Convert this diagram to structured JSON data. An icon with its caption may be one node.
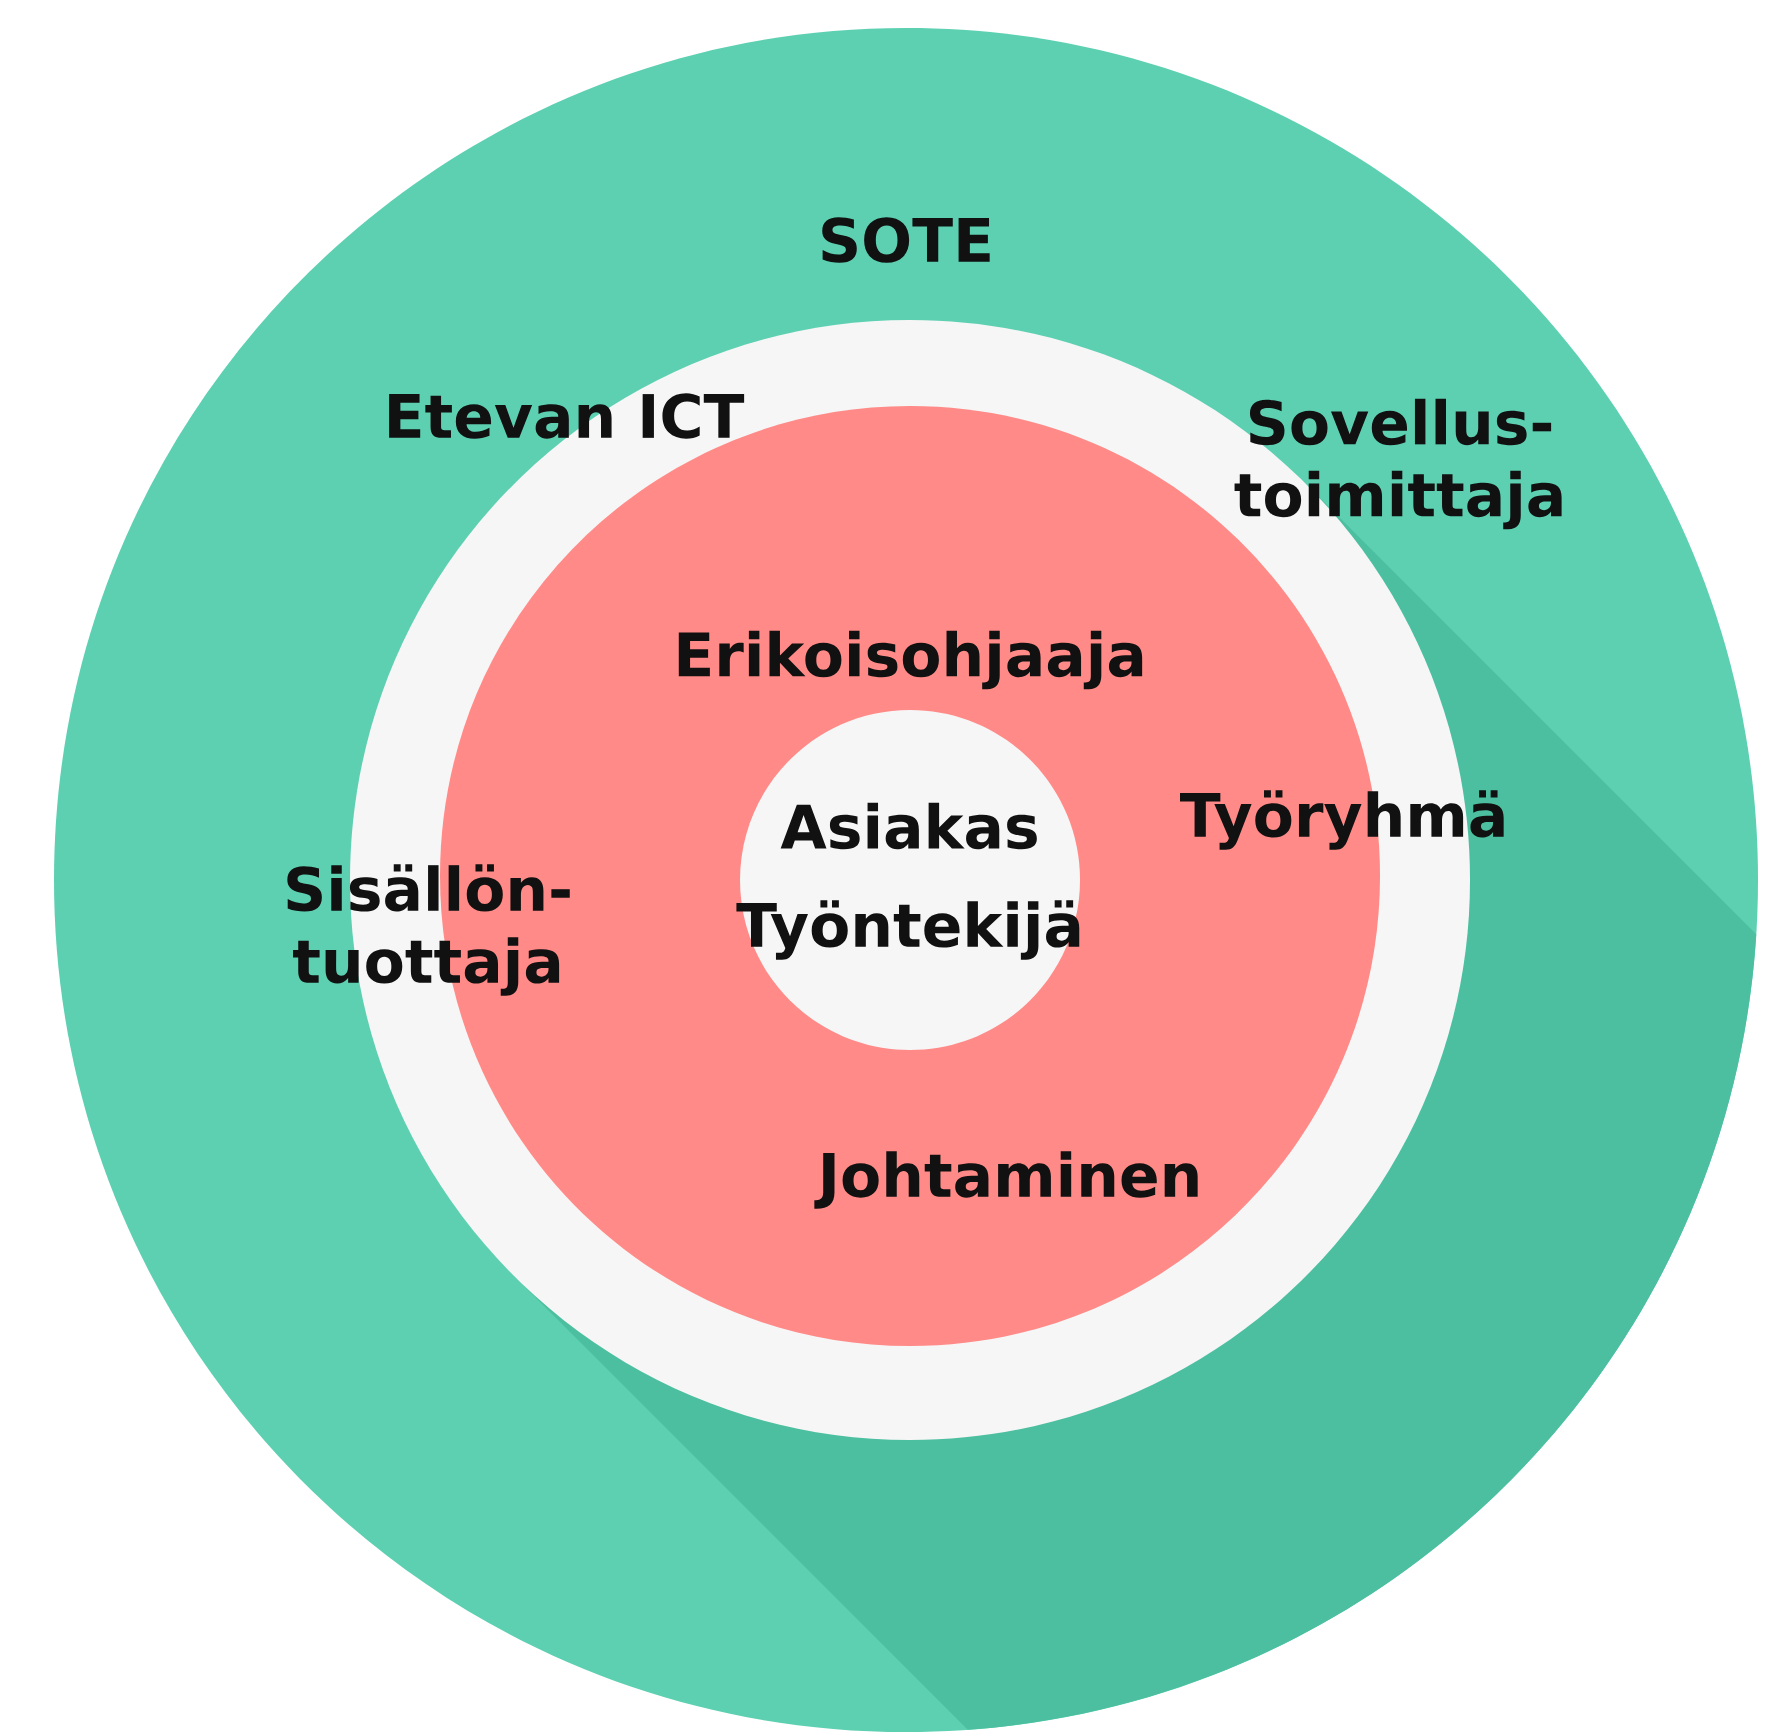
{
  "diagram": {
    "nodes": [
      {
        "text": [
          "SOTE"
        ]
      },
      {
        "text": [
          "Etevan ICT",
          "Sovellus- toimittaja",
          "Sisällön- tuottaja"
        ],
        "in": 0
      },
      {
        "text": [
          "Erikoisohjaaja",
          "Työryhmä",
          "Johtaminen"
        ],
        "in": 1
      },
      {
        "text": [
          "Asiakas",
          "Työntekijä"
        ],
        "in": 2
      }
    ]
  }
}
